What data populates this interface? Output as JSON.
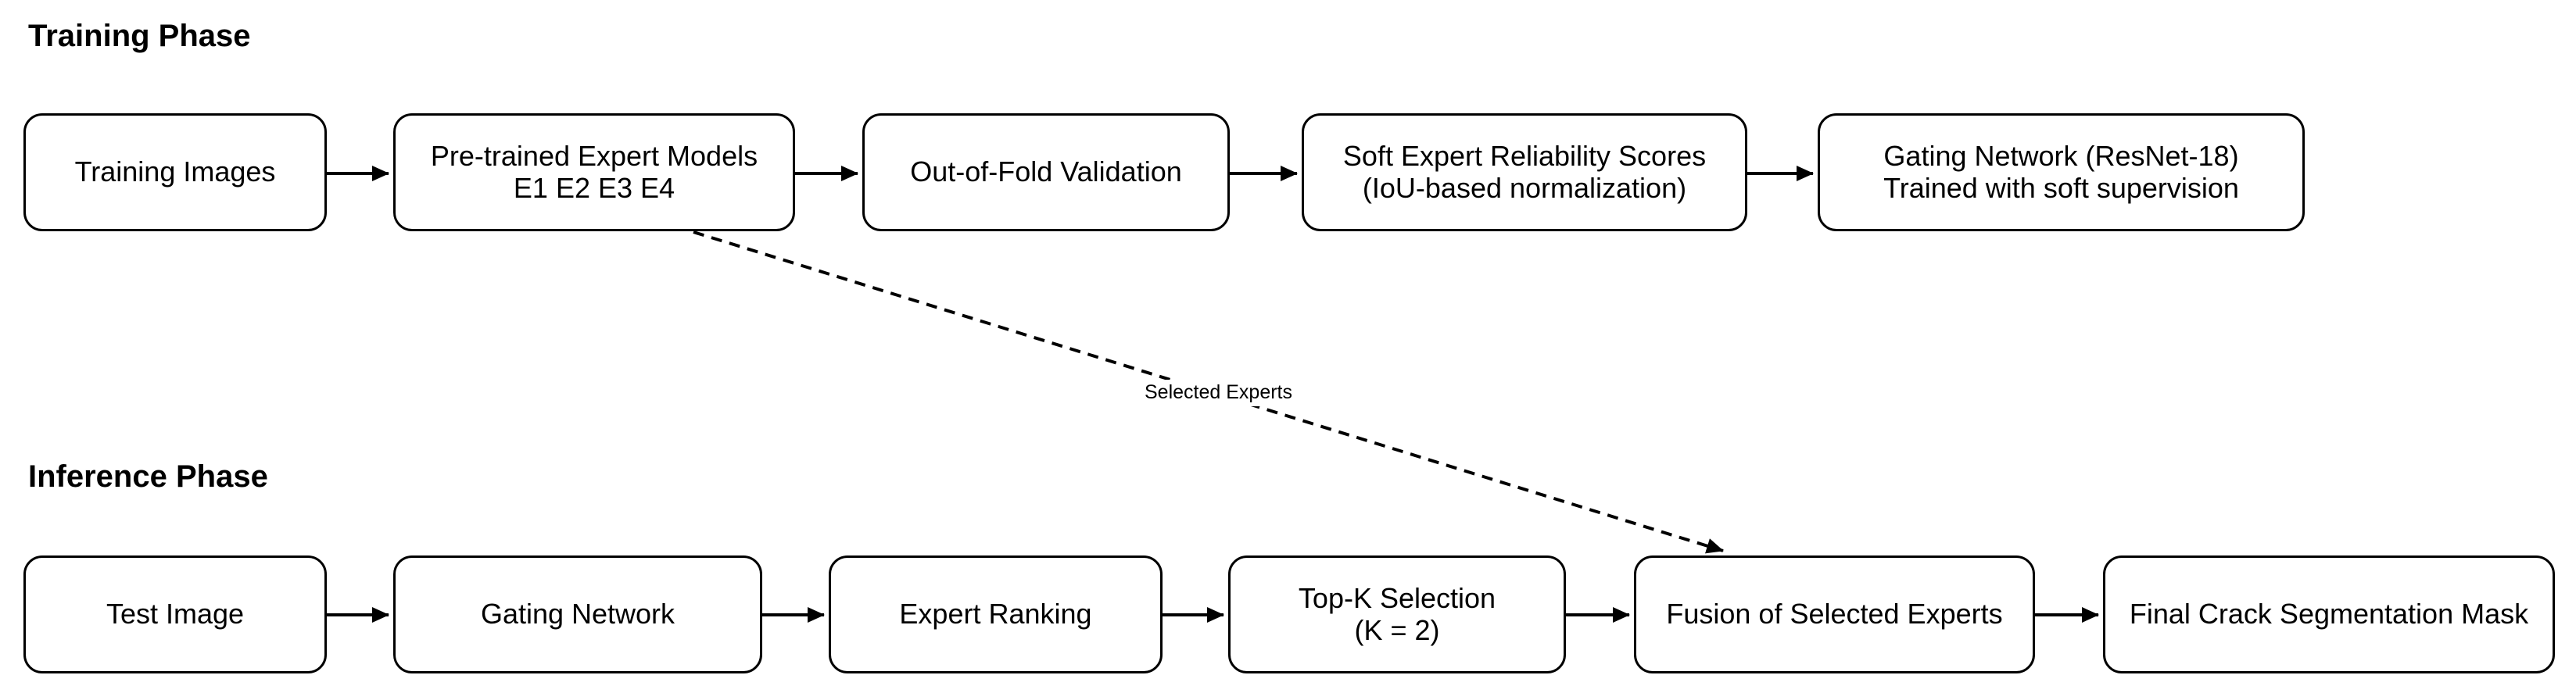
{
  "training": {
    "title": "Training Phase",
    "boxes": [
      {
        "label": "Training Images"
      },
      {
        "label": "Pre-trained Expert Models\nE1 E2 E3 E4"
      },
      {
        "label": "Out-of-Fold Validation"
      },
      {
        "label": "Soft Expert Reliability Scores\n(IoU-based normalization)"
      },
      {
        "label": "Gating Network (ResNet-18)\nTrained with soft supervision"
      }
    ]
  },
  "inference": {
    "title": "Inference Phase",
    "boxes": [
      {
        "label": "Test Image"
      },
      {
        "label": "Gating Network"
      },
      {
        "label": "Expert Ranking"
      },
      {
        "label": "Top-K Selection\n(K = 2)"
      },
      {
        "label": "Fusion of Selected Experts"
      },
      {
        "label": "Final Crack Segmentation Mask"
      }
    ]
  },
  "connector": {
    "label": "Selected Experts"
  },
  "colors": {
    "background": "#ffffff",
    "stroke": "#000000",
    "text": "#000000"
  }
}
